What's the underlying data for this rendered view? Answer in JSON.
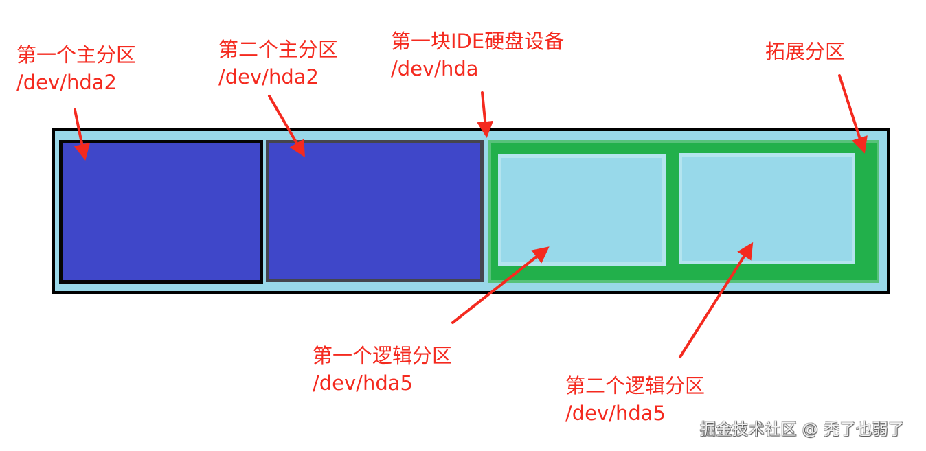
{
  "labels": {
    "primary1": {
      "title": "第一个主分区",
      "device": "/dev/hda2"
    },
    "primary2": {
      "title": "第二个主分区",
      "device": "/dev/hda2"
    },
    "disk": {
      "title": "第一块IDE硬盘设备",
      "device": "/dev/hda"
    },
    "extended": {
      "title": "拓展分区"
    },
    "logical1": {
      "title": "第一个逻辑分区",
      "device": "/dev/hda5"
    },
    "logical2": {
      "title": "第二个逻辑分区",
      "device": "/dev/hda5"
    }
  },
  "watermark": "掘金技术社区 @ 秃了也弱了",
  "colors": {
    "label_red": "#f42a1f",
    "disk_border": "#000000",
    "disk_fill": "#99d8e9",
    "primary_fill": "#3f47c9",
    "extended_fill": "#22b04b",
    "logical_fill": "#98d9ea"
  }
}
